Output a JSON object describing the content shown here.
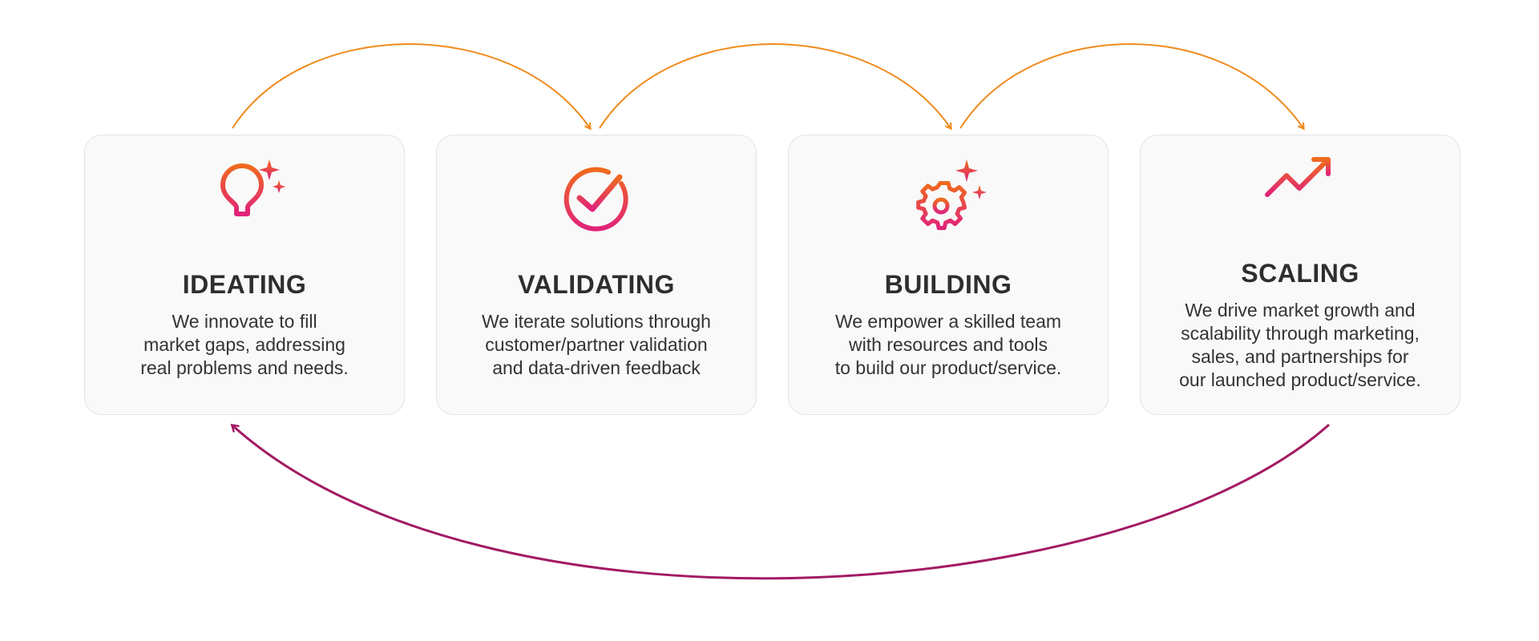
{
  "colors": {
    "forward_arrow": "#f08a1c",
    "loop_arrow": "#a21a63",
    "icon_gradient_start": "#f06a1d",
    "icon_gradient_end": "#e0237a",
    "card_background": "#f9f9f9",
    "card_border": "#e3e3e3",
    "title_text": "#2e2e2e",
    "body_text": "#333333"
  },
  "steps": [
    {
      "title": "IDEATING",
      "icon": "lightbulb-sparkle-icon",
      "lines": [
        "We innovate to fill",
        "market gaps, addressing",
        "real problems and needs."
      ]
    },
    {
      "title": "VALIDATING",
      "icon": "check-circle-icon",
      "lines": [
        "We iterate solutions through",
        "customer/partner validation",
        "and data-driven feedback"
      ]
    },
    {
      "title": "BUILDING",
      "icon": "gear-sparkle-icon",
      "lines": [
        "We empower a skilled team",
        "with resources and tools",
        "to build our product/service."
      ]
    },
    {
      "title": "SCALING",
      "icon": "growth-chart-icon",
      "lines": [
        "We drive market growth and",
        "scalability through marketing,",
        "sales, and partnerships for",
        "our launched product/service."
      ]
    }
  ]
}
